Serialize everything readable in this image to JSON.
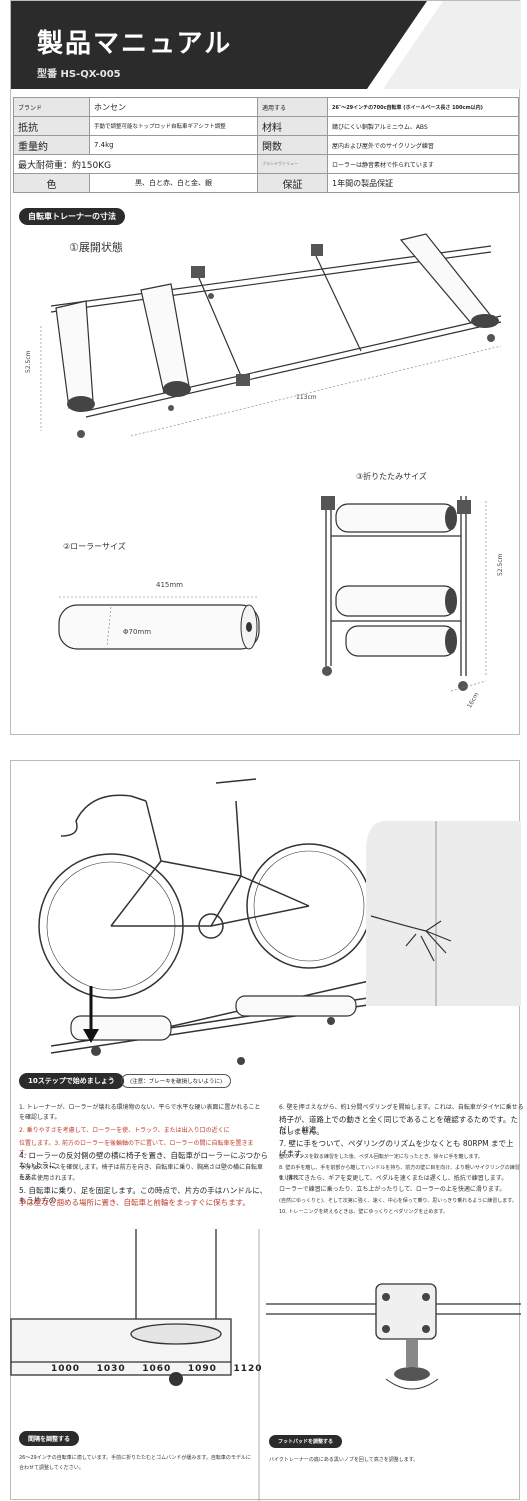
{
  "header": {
    "title": "製品マニュアル",
    "model": "型番 HS-QX-005"
  },
  "spec": {
    "row1": {
      "k1": "ブランド",
      "v1": "ホンセン",
      "k2": "適用する",
      "v2": "26″～29インチの700c自転車 (ホイールベース長さ 100cm以内)"
    },
    "row2": {
      "k1": "抵抗",
      "v1": "手動で調整可能なトップロッド自転車ギアシフト調整",
      "k2": "材料",
      "v2": "錆びにくい銅製アルミニウム、ABS"
    },
    "row3": {
      "k1": "重量約",
      "v1": "7.4kg",
      "k2": "関数",
      "v2": "屋内および屋外でのサイクリング練習"
    },
    "row4": {
      "k1": "最大耐荷重：約150KG",
      "v1": "",
      "k2": "ブランドヴァリュー",
      "v2": "ローラーは静音素材で作られています"
    },
    "row5": {
      "k1": "色",
      "v1": "黒、白と赤、白と金、銀",
      "k2": "保証",
      "v2": "1年間の製品保証"
    }
  },
  "section": {
    "dims_title": "自転車トレーナーの寸法",
    "deployed": "①展開状態",
    "folded": "③折りたたみサイズ",
    "roller": "②ローラーサイズ"
  },
  "dims": {
    "height": "52.5cm",
    "length": "113cm",
    "folded_height": "52.5cm",
    "folded_depth": "16cm",
    "roller_len": "415mm",
    "roller_dia": "Φ70mm"
  },
  "steps": {
    "title": "10ステップで始めましょう",
    "note": "(注意：ブレーキを破損しないように)",
    "s1": "1. トレーナーが、ローラーが壊れる環境物のない、平らで水平な硬い表面に置かれることを確認します。",
    "s2": "2. 乗りやすさを考慮して、ローラーを使、トラック、または出入り口の近くに",
    "s3": "位置します。3. 前方のローラーを後輪軸の下に置いて、ローラーの間に自転車を置きます。",
    "s4": "4. ローラーの反対側の壁の横に椅子を置き、自転車がローラーにぶつからないように",
    "s4b": "十分なスペースを確保します。椅子は前方を向き、自転車に乗り、胸高さは壁の横に自転車を支え",
    "s4c": "ために使用されます。",
    "s5": "5. 自転車に乗り、足を固定します。この時点で、片方の手はハンドルに、もう片方の",
    "s5b": "手は壁など掴める場所に置き、自転車と前輪をまっすぐに保ちます。",
    "s6": "6. 壁を押さえながら、約1分間ペダリングを開始します。これは、自転車がタイヤに乗せる",
    "s6b": "椅子が、道路上での動きと全く同じであることを確認するためです。ただし、前進",
    "s6c": "はしません。",
    "s7": "7. 壁に手をついて、ペダリングのリズムを少なくとも 80RPM まで上げます。",
    "s7b": "壁のバランスを取る練習をした後、ペダル回転が一定になったとき、徐々に手を離します。",
    "s8": "8. 壁の手を離し、手を前部から離してハンドルを持ち、前方の壁に目を向け、より軽いサイクリングの練習をします。",
    "s9": "9. 慣れてきたら、ギアを変更して、ペダルを速くまたは遅くし、抵抗で練習します。",
    "s9b": "ローラーで練習に乗ったり、立ち上がったりして、ローラーの上を快適に滑ります。",
    "s9c": "(自然にゆっくりと)、そして次第に強く、速く、中心を保って乗り、思いっきり乗れるように練習します。",
    "s10": "10. トレーニングを終えるときは、壁にゆっくりとペダリングを止めます。"
  },
  "bottom": {
    "wheelbase_label": "間隔を調整する",
    "wheelbase_text": "26～29インチの自転車に適しています。手前に折りたたむとゴムバンドが緩みます。自転車のモデルに合わせて調整してください。",
    "foot_label": "フットパッドを調整する",
    "foot_text": "バイクトレーナーの底にある黒いノブを回して高さを調整します。",
    "scale": [
      "1000",
      "1030",
      "1060",
      "1090",
      "1120"
    ]
  }
}
